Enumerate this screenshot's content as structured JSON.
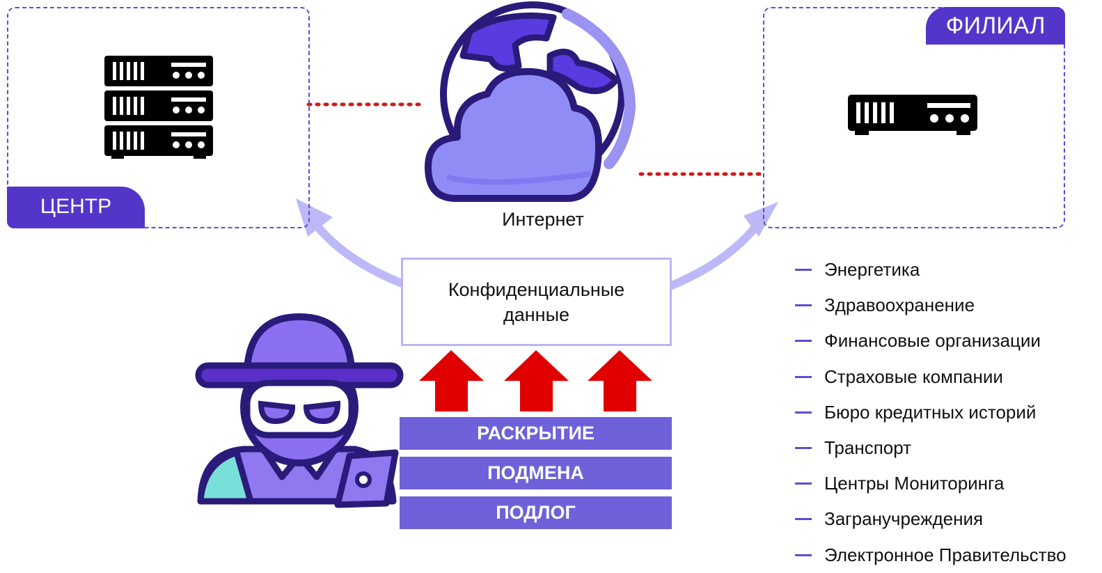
{
  "center": {
    "label": "ЦЕНТР"
  },
  "branch": {
    "label": "ФИЛИАЛ"
  },
  "internet": {
    "label": "Интернет"
  },
  "data_box": {
    "line1": "Конфиденциальные",
    "line2": "данные"
  },
  "threats": [
    "РАСКРЫТИЕ",
    "ПОДМЕНА",
    "ПОДЛОГ"
  ],
  "sectors": [
    "Энергетика",
    "Здравоохранение",
    "Финансовые организации",
    "Страховые компании",
    "Бюро кредитных историй",
    "Транспорт",
    "Центры Мониторинга",
    "Загранучреждения",
    "Электронное Правительство"
  ],
  "colors": {
    "accent": "#5336c9",
    "threat_bar": "#6e61d9",
    "arrow_red": "#e00000",
    "curve_arrow": "#bdb8f7",
    "dotted_link": "#d01818"
  },
  "icons": [
    "server-rack-icon",
    "single-server-icon",
    "cloud-globe-icon",
    "hacker-icon",
    "laptop-icon"
  ]
}
